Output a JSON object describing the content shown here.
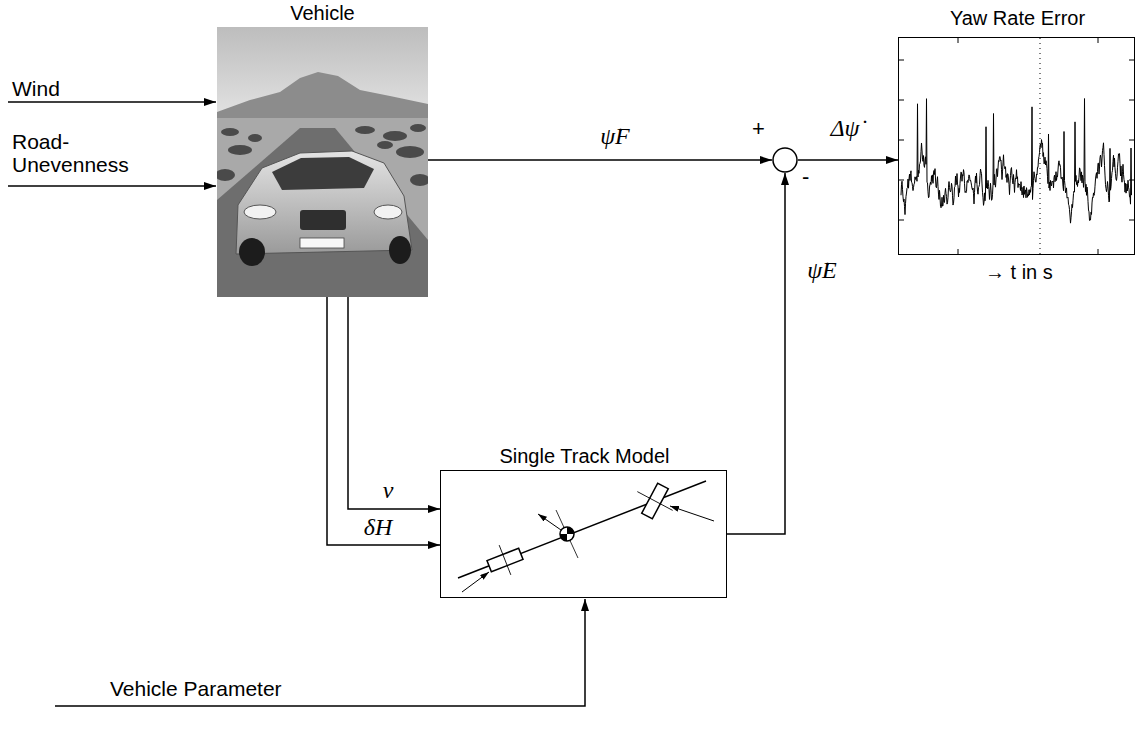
{
  "diagram": {
    "nodes": [
      {
        "text": [
          "Vehicle"
        ]
      },
      {
        "text": [
          "+",
          "-"
        ]
      },
      {
        "text": [
          "Yaw Rate Error",
          "→ t in s"
        ]
      },
      {
        "text": [
          "Single Track Model"
        ]
      }
    ],
    "edges": [
      {
        "from": 0,
        "to": 1,
        "arrow": "to",
        "label": "ψ̇F"
      },
      {
        "from": 1,
        "to": 2,
        "arrow": "to",
        "label": "Δψ̇"
      },
      {
        "from": 0,
        "to": 3,
        "arrow": "to",
        "label": "v"
      },
      {
        "from": 0,
        "to": 3,
        "arrow": "to",
        "label": "δH"
      },
      {
        "from": 3,
        "to": 1,
        "arrow": "to",
        "label": "ψ̇E"
      }
    ],
    "labels": [
      "Wind",
      "Road- Unevenness",
      "Vehicle Parameter"
    ]
  }
}
